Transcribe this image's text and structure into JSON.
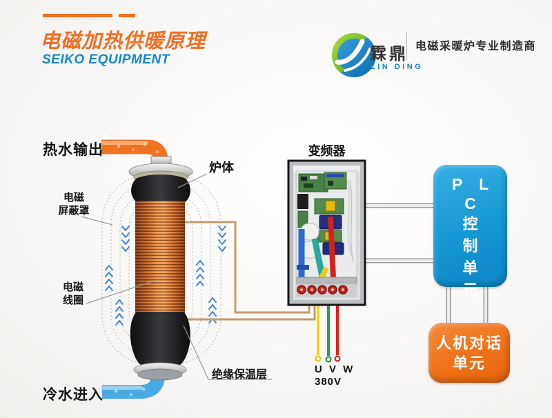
{
  "header": {
    "title": "电磁加热供暖原理",
    "subtitle": "SEIKO EQUIPMENT",
    "title_color": "#f26f21",
    "subtitle_color": "#1287cc"
  },
  "brand": {
    "name_cn": "霖鼎",
    "name_en": "LIN DING",
    "tagline": "电磁采暖炉专业制造商"
  },
  "diagram": {
    "labels": {
      "hot_water_out": "热水输出",
      "furnace_body": "炉体",
      "shield_line1": "电磁",
      "shield_line2": "屏蔽罩",
      "coil_line1": "电磁",
      "coil_line2": "线圈",
      "insulation": "绝缘保温层",
      "cold_water_in": "冷水进入",
      "inverter": "变频器",
      "phases": "U V W",
      "voltage": "380V"
    },
    "plc_box": {
      "title": "P L C",
      "chars": [
        "控",
        "制",
        "单",
        "元"
      ],
      "color": "#169bd7"
    },
    "hmi_box": {
      "lines": [
        "人机对话",
        "单元"
      ],
      "color": "#ef7118"
    },
    "colors": {
      "hot_pipe": "#ee7423",
      "cold_pipe": "#49a9e2",
      "coil_copper": "#d06a24",
      "field_lines": "#b4b4b4",
      "flow_arrows": "#4286c9",
      "coil_power_wire": "#c89a6a",
      "phase_u_yellow": "#f2d800",
      "phase_v_green": "#1fa24a",
      "phase_w_red": "#e02020",
      "signal_connector": "#bfbfbf"
    }
  }
}
